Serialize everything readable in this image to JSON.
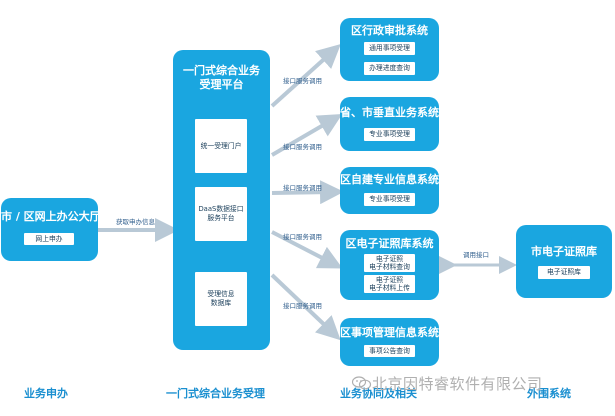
{
  "colors": {
    "box": "#1aa6e0",
    "arrow": "#b9c9d6",
    "edge_label": "#2e5d8c",
    "category": "#1a8fd0",
    "watermark": "#b0b0b0"
  },
  "left": {
    "title": "市 / 区网上办公大厅",
    "item": "网上申办"
  },
  "platform": {
    "title_line1": "一门式综合业务",
    "title_line2": "受理平台",
    "items": [
      {
        "label": "统一受理门户"
      },
      {
        "label_line1": "DaaS数据接口",
        "label_line2": "服务平台"
      },
      {
        "label_line1": "受理信息",
        "label_line2": "数据库"
      }
    ]
  },
  "systems": [
    {
      "title": "区行政审批系统",
      "items": [
        "通用事项受理",
        "办理进度查询"
      ]
    },
    {
      "title": "省、市垂直业务系统",
      "items": [
        "专业事项受理"
      ]
    },
    {
      "title": "区自建专业信息系统",
      "items": [
        "专业事项受理"
      ]
    },
    {
      "title": "区电子证照库系统",
      "items_two": [
        [
          "电子证照",
          "电子材料查询"
        ],
        [
          "电子证照",
          "电子材料上传"
        ]
      ]
    },
    {
      "title": "区事项管理信息系统",
      "items": [
        "事项公告查询"
      ]
    }
  ],
  "external": {
    "title": "市电子证照库",
    "item": "电子证照库"
  },
  "edge_labels": {
    "obtain": "获取申办信息",
    "interface": "接口服务调用",
    "call": "调用接口"
  },
  "categories": {
    "business_apply": "业务申办",
    "integrated": "一门式综合业务受理",
    "coordination": "业务协同及相关",
    "external_systems": "外围系统"
  },
  "watermark": "北京因特睿软件有限公司"
}
